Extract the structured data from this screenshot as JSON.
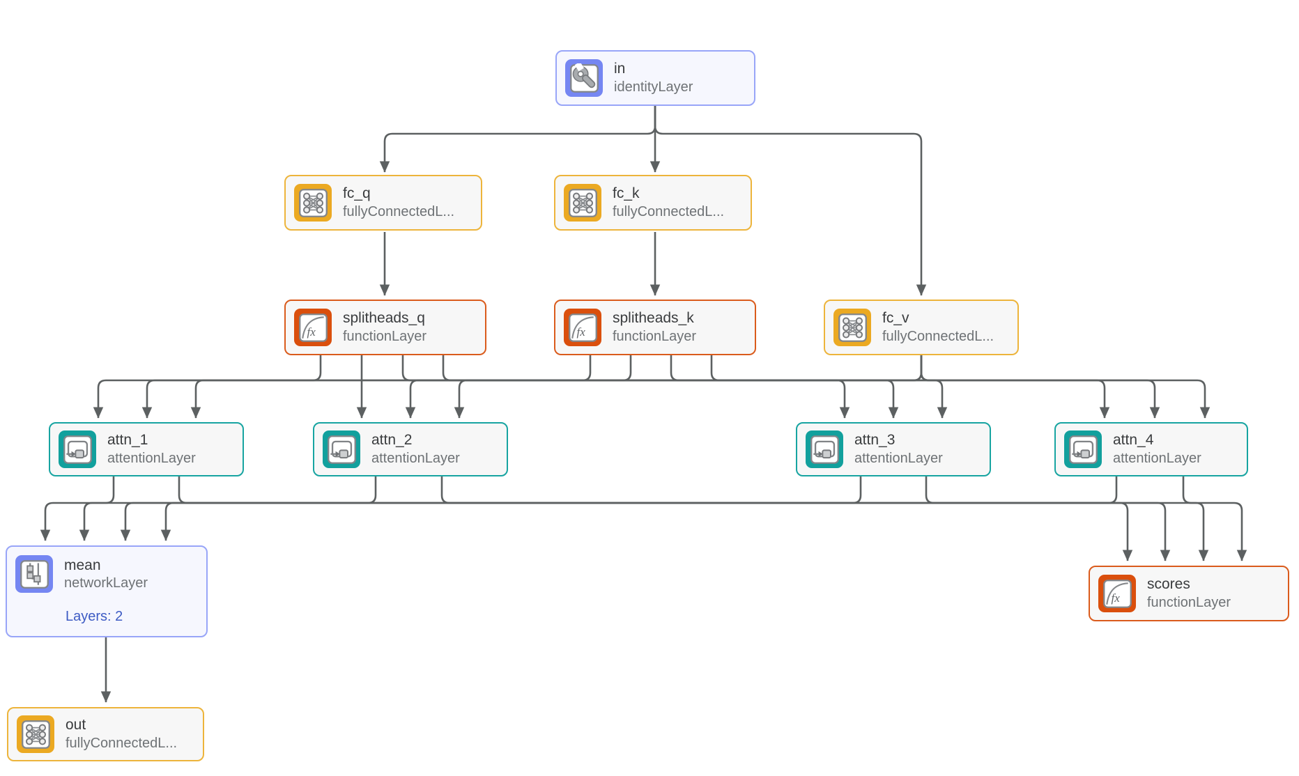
{
  "app": {
    "title": "Deep Network Designer network canvas"
  },
  "colors": {
    "yellow_accent": "#EBA922",
    "orange_accent": "#DA4F0D",
    "teal_accent": "#12A09D",
    "blue_accent": "#7586F2",
    "edge_gray": "#5C6061",
    "node_fill": "#F7F7F7"
  },
  "diagram": {
    "nodes": [
      {
        "id": "in",
        "title": "in",
        "subtitle": "identityLayer",
        "type": "identityLayer",
        "icon": "wrench-icon",
        "accent": "blue"
      },
      {
        "id": "fc_q",
        "title": "fc_q",
        "subtitle": "fullyConnectedL...",
        "type": "fullyConnectedLayer",
        "icon": "fully-connected-icon",
        "accent": "yellow"
      },
      {
        "id": "fc_k",
        "title": "fc_k",
        "subtitle": "fullyConnectedL...",
        "type": "fullyConnectedLayer",
        "icon": "fully-connected-icon",
        "accent": "yellow"
      },
      {
        "id": "splitheads_q",
        "title": "splitheads_q",
        "subtitle": "functionLayer",
        "type": "functionLayer",
        "icon": "fx-icon",
        "accent": "orange"
      },
      {
        "id": "splitheads_k",
        "title": "splitheads_k",
        "subtitle": "functionLayer",
        "type": "functionLayer",
        "icon": "fx-icon",
        "accent": "orange"
      },
      {
        "id": "fc_v",
        "title": "fc_v",
        "subtitle": "fullyConnectedL...",
        "type": "fullyConnectedLayer",
        "icon": "fully-connected-icon",
        "accent": "yellow"
      },
      {
        "id": "attn_1",
        "title": "attn_1",
        "subtitle": "attentionLayer",
        "type": "attentionLayer",
        "icon": "attention-icon",
        "accent": "teal"
      },
      {
        "id": "attn_2",
        "title": "attn_2",
        "subtitle": "attentionLayer",
        "type": "attentionLayer",
        "icon": "attention-icon",
        "accent": "teal"
      },
      {
        "id": "attn_3",
        "title": "attn_3",
        "subtitle": "attentionLayer",
        "type": "attentionLayer",
        "icon": "attention-icon",
        "accent": "teal"
      },
      {
        "id": "attn_4",
        "title": "attn_4",
        "subtitle": "attentionLayer",
        "type": "attentionLayer",
        "icon": "attention-icon",
        "accent": "teal"
      },
      {
        "id": "mean",
        "title": "mean",
        "subtitle": "networkLayer",
        "type": "networkLayer",
        "icon": "network-icon",
        "accent": "blue",
        "badge": "Layers: 2"
      },
      {
        "id": "scores",
        "title": "scores",
        "subtitle": "functionLayer",
        "type": "functionLayer",
        "icon": "fx-icon",
        "accent": "orange"
      },
      {
        "id": "out",
        "title": "out",
        "subtitle": "fullyConnectedL...",
        "type": "fullyConnectedLayer",
        "icon": "fully-connected-icon",
        "accent": "yellow"
      }
    ],
    "edges": [
      [
        "in",
        "fc_q"
      ],
      [
        "in",
        "fc_k"
      ],
      [
        "in",
        "fc_v"
      ],
      [
        "fc_q",
        "splitheads_q"
      ],
      [
        "fc_k",
        "splitheads_k"
      ],
      [
        "splitheads_q",
        "attn_1"
      ],
      [
        "splitheads_q",
        "attn_2"
      ],
      [
        "splitheads_q",
        "attn_3"
      ],
      [
        "splitheads_q",
        "attn_4"
      ],
      [
        "splitheads_k",
        "attn_1"
      ],
      [
        "splitheads_k",
        "attn_2"
      ],
      [
        "splitheads_k",
        "attn_3"
      ],
      [
        "splitheads_k",
        "attn_4"
      ],
      [
        "fc_v",
        "attn_1"
      ],
      [
        "fc_v",
        "attn_2"
      ],
      [
        "fc_v",
        "attn_3"
      ],
      [
        "fc_v",
        "attn_4"
      ],
      [
        "attn_1",
        "mean"
      ],
      [
        "attn_2",
        "mean"
      ],
      [
        "attn_3",
        "mean"
      ],
      [
        "attn_4",
        "mean"
      ],
      [
        "attn_1",
        "scores"
      ],
      [
        "attn_2",
        "scores"
      ],
      [
        "attn_3",
        "scores"
      ],
      [
        "attn_4",
        "scores"
      ],
      [
        "mean",
        "out"
      ]
    ]
  }
}
